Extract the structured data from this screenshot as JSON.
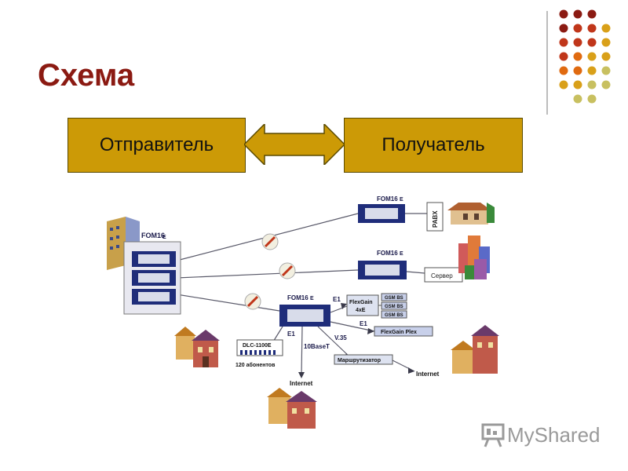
{
  "slide": {
    "title": "Схема",
    "sender_label": "Отправитель",
    "receiver_label": "Получатель"
  },
  "diagram": {
    "fom_left": "FOM16",
    "fom_left_suffix": "E",
    "fom_top": "FOM16",
    "fom_top_suffix": "E",
    "fom_mid": "FOM16",
    "fom_mid_suffix": "E",
    "fom_bottom": "FOM16",
    "fom_bottom_suffix": "E",
    "pabx": "PABX",
    "server": "Сервер",
    "e1_top": "E1",
    "flexgain_4xe_line1": "FlexGain",
    "flexgain_4xe_line2": "4xE",
    "gsm1": "GSM BS",
    "gsm2": "GSM BS",
    "gsm3": "GSM BS",
    "e1_right": "E1",
    "flexgain_plex": "FlexGain Plex",
    "e1_bottom": "E1",
    "v35": "V.35",
    "base10t": "10BaseT",
    "dlc": "DLC-1100E",
    "subscribers": "120 абонентов",
    "router": "Маршрутизатор",
    "internet_bottom": "Internet",
    "internet_right": "Internet"
  },
  "watermark": {
    "text_my": "My",
    "text_shared": "Shared"
  },
  "colors": {
    "title": "#8b1a12",
    "box_fill": "#cc9a06",
    "device": "#1f2d7a",
    "dot_dark_red": "#8b1a12",
    "dot_red": "#c0361a",
    "dot_orange": "#e06a10",
    "dot_gold": "#d9a019",
    "dot_khaki": "#c8c060"
  }
}
